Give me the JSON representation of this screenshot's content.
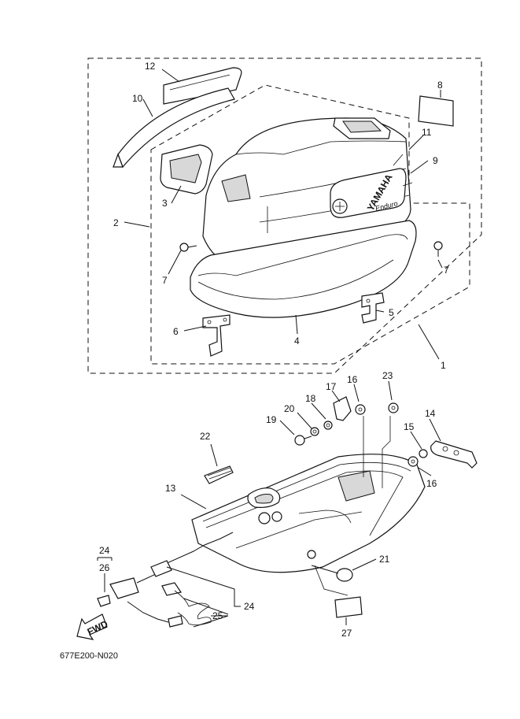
{
  "callouts": [
    {
      "id": "c12",
      "label": "12"
    },
    {
      "id": "c10",
      "label": "10"
    },
    {
      "id": "c8",
      "label": "8"
    },
    {
      "id": "c11",
      "label": "11"
    },
    {
      "id": "c9",
      "label": "9"
    },
    {
      "id": "c3",
      "label": "3"
    },
    {
      "id": "c2",
      "label": "2"
    },
    {
      "id": "c7a",
      "label": "7"
    },
    {
      "id": "c7b",
      "label": "7"
    },
    {
      "id": "c5",
      "label": "5"
    },
    {
      "id": "c6",
      "label": "6"
    },
    {
      "id": "c4",
      "label": "4"
    },
    {
      "id": "c1",
      "label": "1"
    },
    {
      "id": "c16a",
      "label": "16"
    },
    {
      "id": "c23",
      "label": "23"
    },
    {
      "id": "c17",
      "label": "17"
    },
    {
      "id": "c18",
      "label": "18"
    },
    {
      "id": "c20",
      "label": "20"
    },
    {
      "id": "c19",
      "label": "19"
    },
    {
      "id": "c14",
      "label": "14"
    },
    {
      "id": "c15",
      "label": "15"
    },
    {
      "id": "c16b",
      "label": "16"
    },
    {
      "id": "c22",
      "label": "22"
    },
    {
      "id": "c13",
      "label": "13"
    },
    {
      "id": "c24a",
      "label": "24"
    },
    {
      "id": "c26",
      "label": "26"
    },
    {
      "id": "c21",
      "label": "21"
    },
    {
      "id": "c24b",
      "label": "24"
    },
    {
      "id": "c25",
      "label": "25"
    },
    {
      "id": "c27",
      "label": "27"
    }
  ],
  "brand": {
    "name": "YAMAHA",
    "model": "Enduro"
  },
  "fwd_label": "FWD",
  "diagram_code": "677E200-N020"
}
